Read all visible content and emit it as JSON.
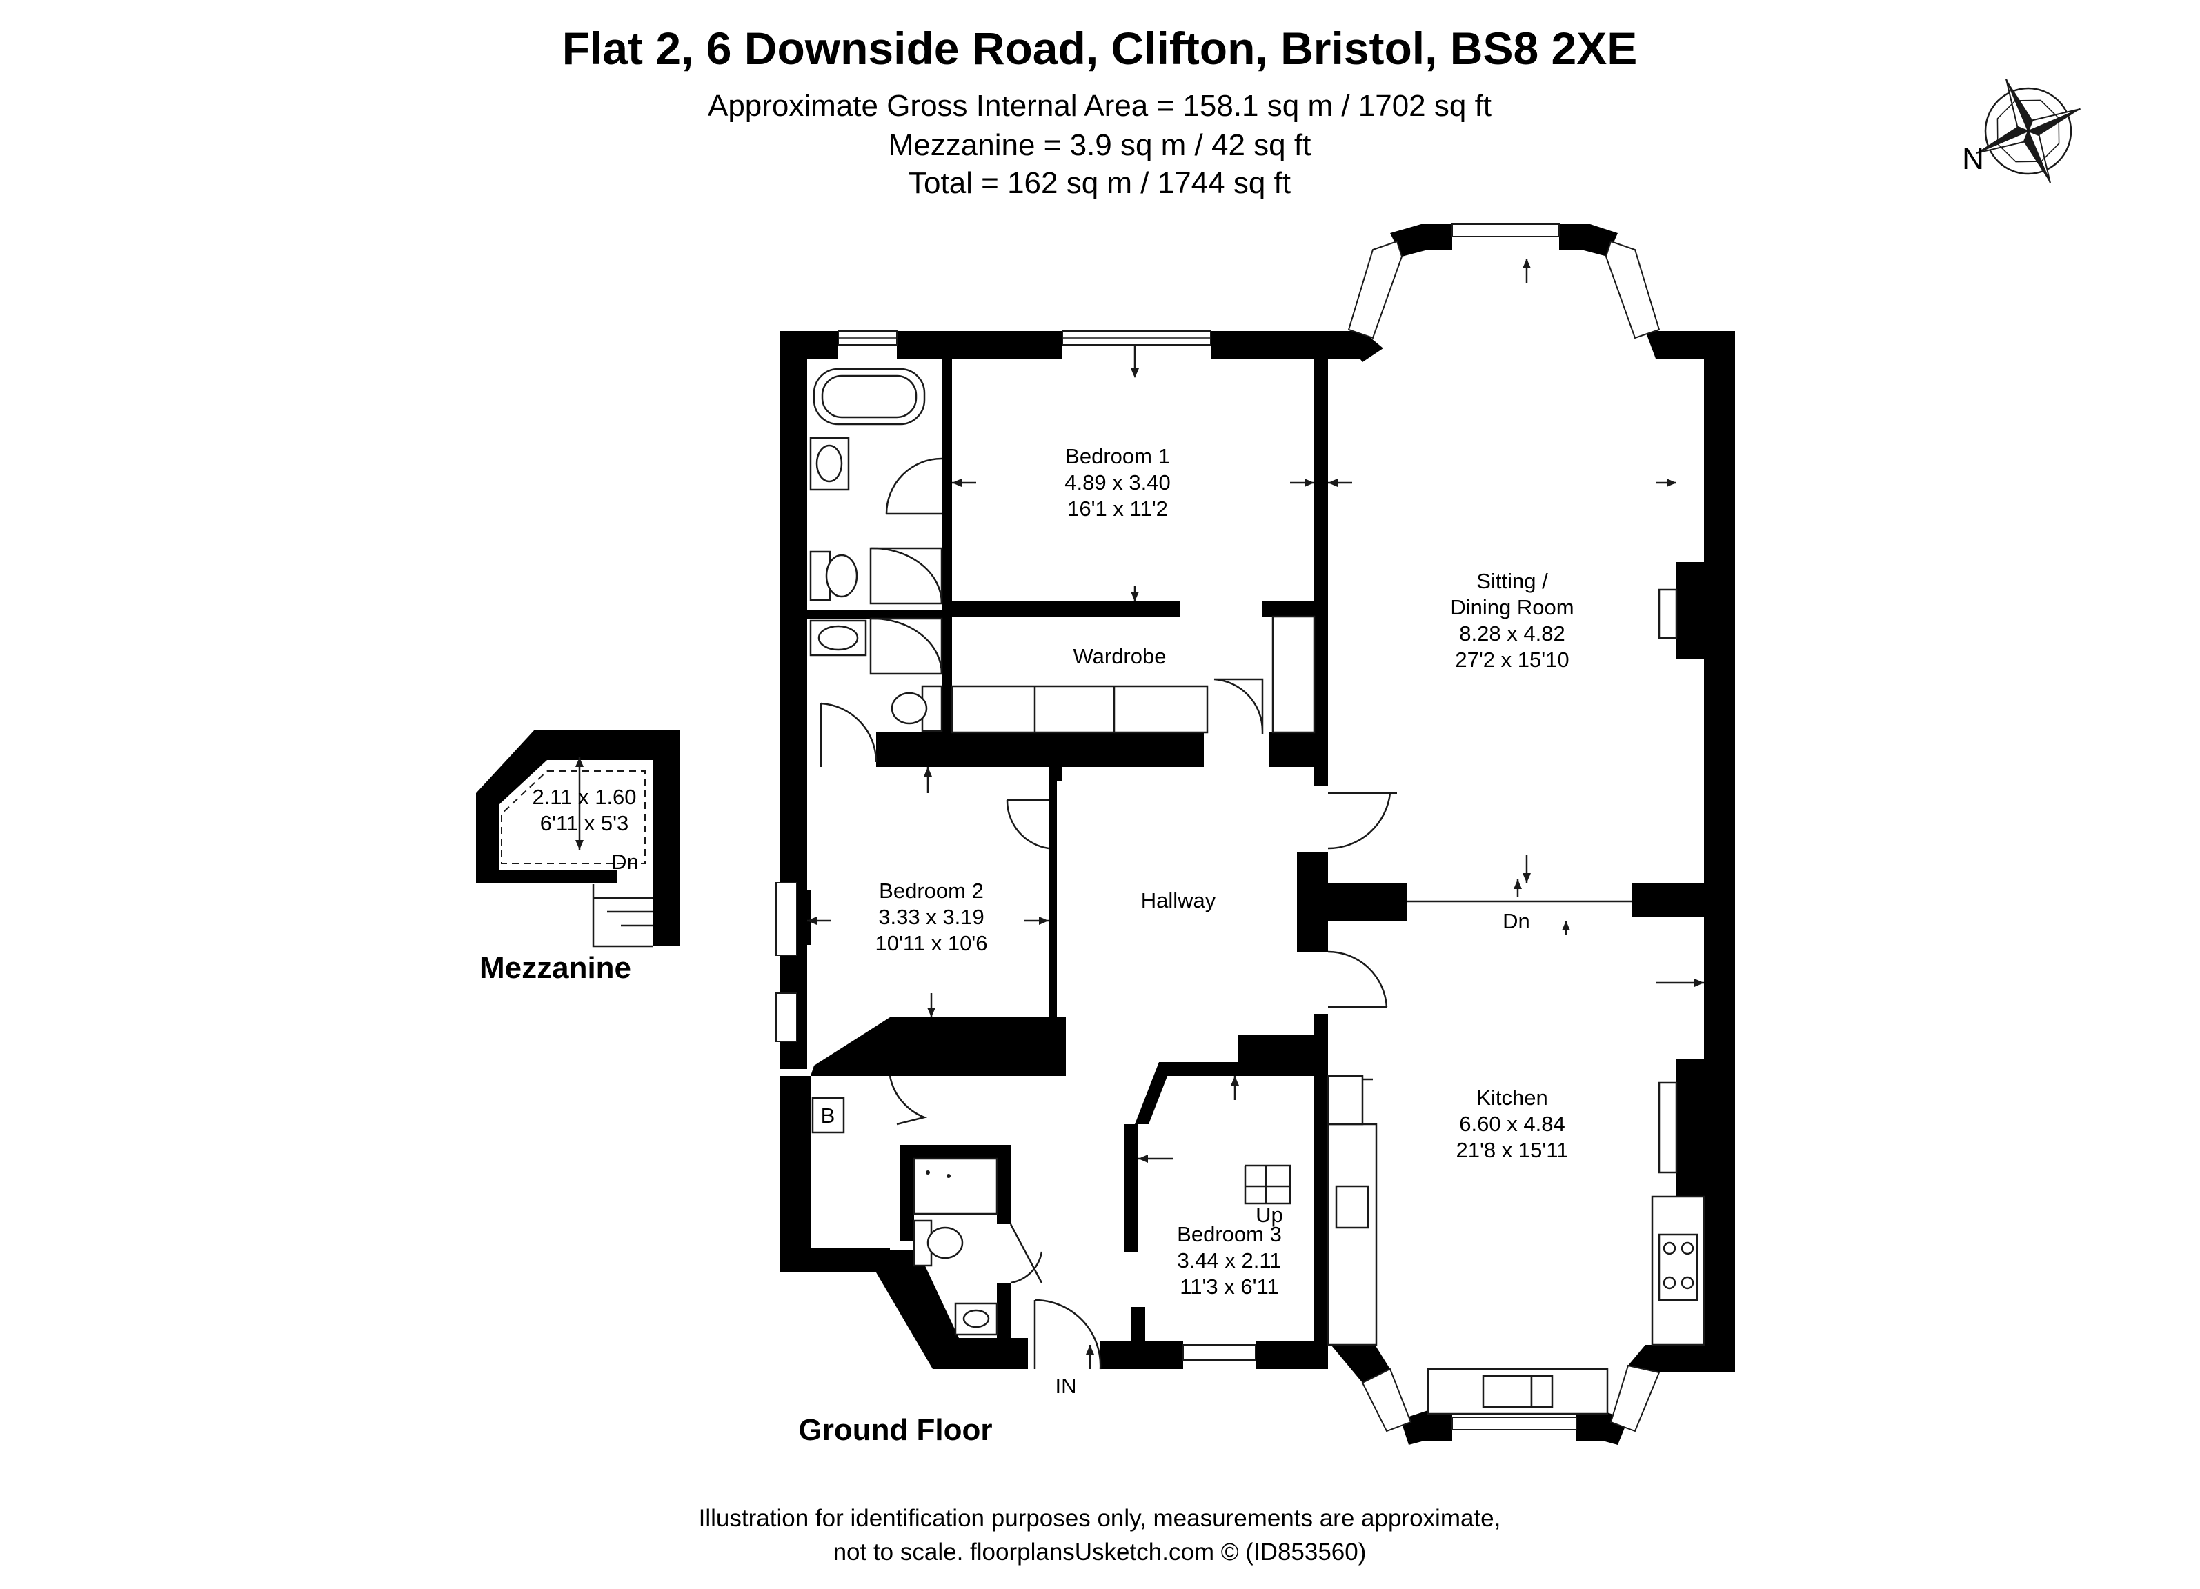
{
  "header": {
    "title": "Flat 2, 6 Downside Road, Clifton, Bristol, BS8 2XE",
    "area_lines": [
      "Approximate Gross Internal Area = 158.1 sq m / 1702 sq ft",
      "Mezzanine = 3.9 sq m / 42 sq ft",
      "Total = 162 sq m / 1744 sq ft"
    ]
  },
  "compass": {
    "label": "N"
  },
  "floors": {
    "ground": "Ground Floor",
    "mezzanine": "Mezzanine"
  },
  "rooms": {
    "bedroom1": [
      "Bedroom 1",
      "4.89 x 3.40",
      "16'1 x 11'2"
    ],
    "sitting": [
      "Sitting /",
      "Dining Room",
      "8.28 x 4.82",
      "27'2 x 15'10"
    ],
    "wardrobe": [
      "Wardrobe"
    ],
    "bedroom2": [
      "Bedroom 2",
      "3.33 x 3.19",
      "10'11 x 10'6"
    ],
    "hallway": [
      "Hallway"
    ],
    "kitchen": [
      "Kitchen",
      "6.60 x 4.84",
      "21'8 x 15'11"
    ],
    "bedroom3": [
      "Bedroom 3",
      "3.44 x 2.11",
      "11'3 x 6'11"
    ],
    "mezzanine": [
      "2.11 x 1.60",
      "6'11 x 5'3"
    ]
  },
  "labels": {
    "kitchen_step": "Dn",
    "stairs_up": "Up",
    "mezz_down": "Dn",
    "boiler": "B",
    "entrance": "IN"
  },
  "footer": [
    "Illustration for identification purposes only, measurements are approximate,",
    "not to scale. floorplansUsketch.com © (ID853560)"
  ]
}
